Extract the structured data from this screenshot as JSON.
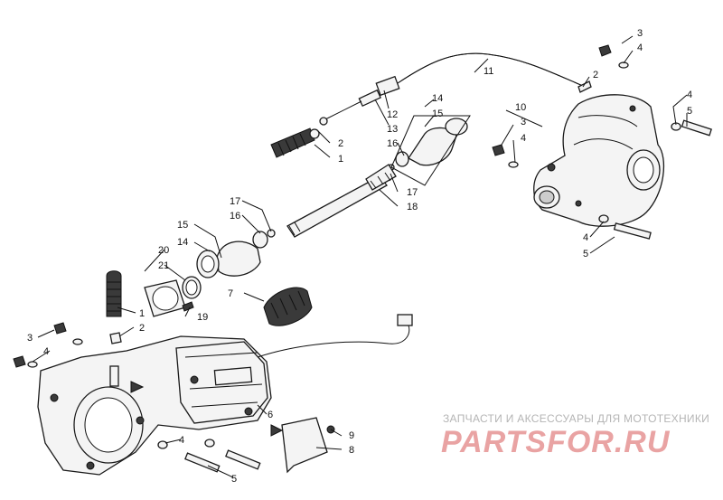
{
  "callouts": [
    {
      "id": "c1",
      "text": "3"
    },
    {
      "id": "c2",
      "text": "4"
    },
    {
      "id": "c3",
      "text": "2"
    },
    {
      "id": "c4",
      "text": "11"
    },
    {
      "id": "c5",
      "text": "4"
    },
    {
      "id": "c6",
      "text": "5"
    },
    {
      "id": "c7",
      "text": "14"
    },
    {
      "id": "c8",
      "text": "15"
    },
    {
      "id": "c9",
      "text": "10"
    },
    {
      "id": "c10",
      "text": "12"
    },
    {
      "id": "c11",
      "text": "13"
    },
    {
      "id": "c12",
      "text": "3"
    },
    {
      "id": "c13",
      "text": "4"
    },
    {
      "id": "c14",
      "text": "2"
    },
    {
      "id": "c15",
      "text": "1"
    },
    {
      "id": "c16",
      "text": "16"
    },
    {
      "id": "c17",
      "text": "17"
    },
    {
      "id": "c18",
      "text": "18"
    },
    {
      "id": "c19",
      "text": "17"
    },
    {
      "id": "c20",
      "text": "16"
    },
    {
      "id": "c21",
      "text": "15"
    },
    {
      "id": "c22",
      "text": "14"
    },
    {
      "id": "c23",
      "text": "20"
    },
    {
      "id": "c24",
      "text": "21"
    },
    {
      "id": "c25",
      "text": "7"
    },
    {
      "id": "c26",
      "text": "19"
    },
    {
      "id": "c27",
      "text": "1"
    },
    {
      "id": "c28",
      "text": "2"
    },
    {
      "id": "c29",
      "text": "3"
    },
    {
      "id": "c30",
      "text": "4"
    },
    {
      "id": "c31",
      "text": "6"
    },
    {
      "id": "c32",
      "text": "4"
    },
    {
      "id": "c33",
      "text": "5"
    },
    {
      "id": "c34",
      "text": "9"
    },
    {
      "id": "c35",
      "text": "8"
    },
    {
      "id": "c36",
      "text": "4"
    },
    {
      "id": "c37",
      "text": "5"
    }
  ],
  "watermark": {
    "tagline": "ЗАПЧАСТИ И АКСЕССУАРЫ ДЛЯ МОТОТЕХНИКИ",
    "logo": "PARTSFOR.RU",
    "colors": {
      "tagline": "#b5b5b5",
      "logo": "#e9a3a3"
    }
  }
}
